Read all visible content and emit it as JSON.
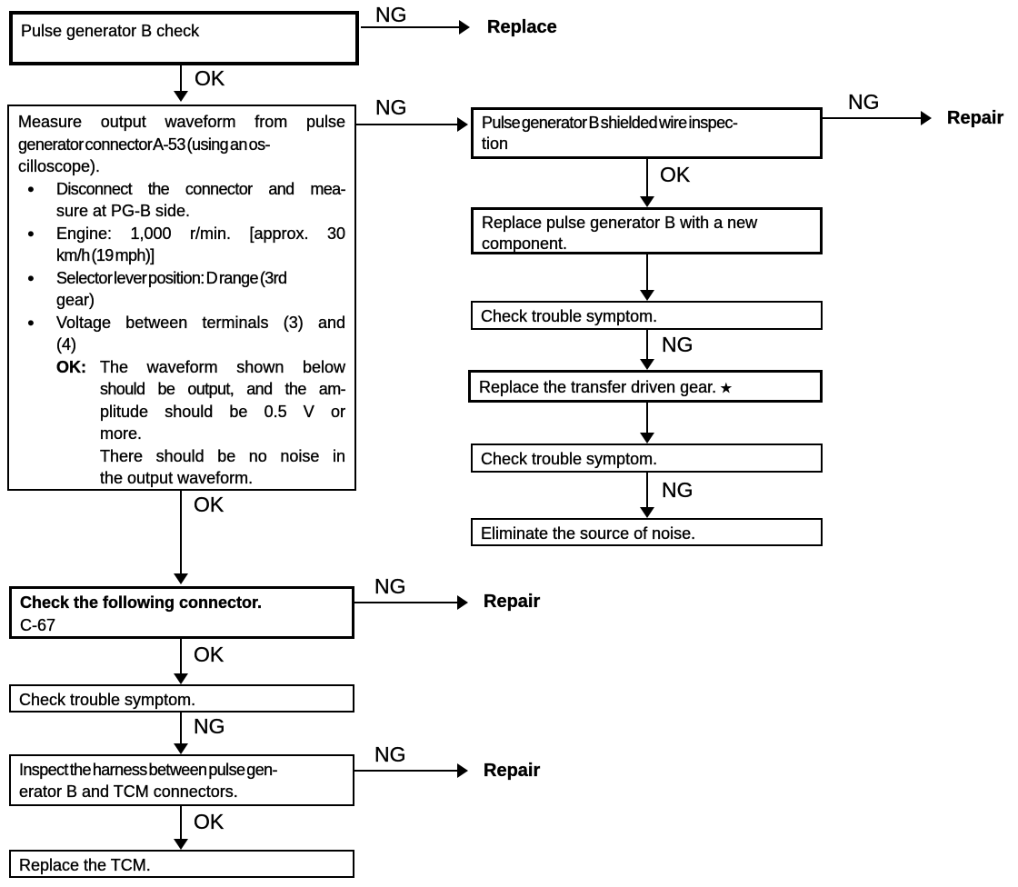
{
  "flow": {
    "colors": {
      "ink": "#000000",
      "paper": "#ffffff"
    },
    "glyphs": {
      "bullet": "●"
    },
    "labels": {
      "ng": "NG",
      "ok": "OK"
    },
    "terminals": {
      "replace": "Replace",
      "repair": "Repair"
    },
    "b1": {
      "l1": "Pulse generator B check"
    },
    "b2": {
      "l1": "Measure output waveform from pulse",
      "l2": "generator connector A-53 (using an os-",
      "l3": "cilloscope).",
      "bullet1a": "Disconnect the connector and mea-",
      "bullet1b": "sure at PG-B side.",
      "bullet2a": "Engine: 1,000 r/min. [approx. 30",
      "bullet2b": "km/h (19 mph)]",
      "bullet3a": "Selector lever position: D range (3rd",
      "bullet3b": "gear)",
      "bullet4a": "Voltage between terminals (3) and",
      "bullet4b": "(4)",
      "ok_label": "OK:",
      "ok1": "The waveform shown below",
      "ok2": "should be output, and the am-",
      "ok3": "plitude should be 0.5 V or",
      "ok4": "more.",
      "ok5": "There should be no noise in",
      "ok6": "the output waveform."
    },
    "b3": {
      "l1": "Pulse generator B shielded wire inspec-",
      "l2": "tion"
    },
    "b4": {
      "l1": "Replace pulse generator B with a new",
      "l2": "component."
    },
    "b5": {
      "l1": "Check trouble symptom."
    },
    "b6": {
      "l1": "Replace the transfer driven gear.",
      "star": "★"
    },
    "b7": {
      "l1": "Check trouble symptom."
    },
    "b8": {
      "l1": "Eliminate the source of noise."
    },
    "b9": {
      "l1": "Check the following connector.",
      "l2": "C-67"
    },
    "b10": {
      "l1": "Check trouble symptom."
    },
    "b11": {
      "l1": "Inspect the harness between pulse gen-",
      "l2": "erator B and TCM connectors."
    },
    "b12": {
      "l1": "Replace the TCM."
    }
  }
}
